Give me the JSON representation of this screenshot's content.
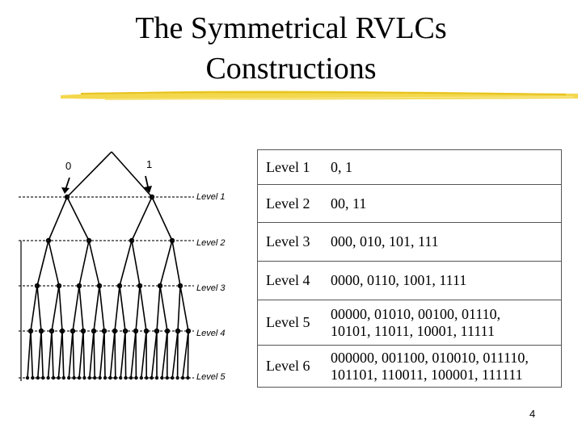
{
  "slide": {
    "title_line1": "The Symmetrical RVLCs",
    "title_line2": "Constructions",
    "page_number": "4",
    "accent_color": "#f2d43a"
  },
  "tree": {
    "branch_labels": [
      "0",
      "1"
    ],
    "level_labels": [
      "Level 1",
      "Level 2",
      "Level 3",
      "Level 4",
      "Level 5"
    ]
  },
  "table": {
    "rows": [
      {
        "level": "Level 1",
        "codes": [
          "0, 1"
        ]
      },
      {
        "level": "Level 2",
        "codes": [
          "00, 11"
        ]
      },
      {
        "level": "Level 3",
        "codes": [
          "000, 010, 101, 111"
        ]
      },
      {
        "level": "Level 4",
        "codes": [
          "0000, 0110, 1001, 1111"
        ]
      },
      {
        "level": "Level 5",
        "codes": [
          "00000, 01010, 00100, 01110,",
          "10101, 11011, 10001, 11111"
        ]
      },
      {
        "level": "Level 6",
        "codes": [
          "000000, 001100, 010010, 011110,",
          "101101, 110011, 100001, 111111"
        ]
      }
    ]
  }
}
